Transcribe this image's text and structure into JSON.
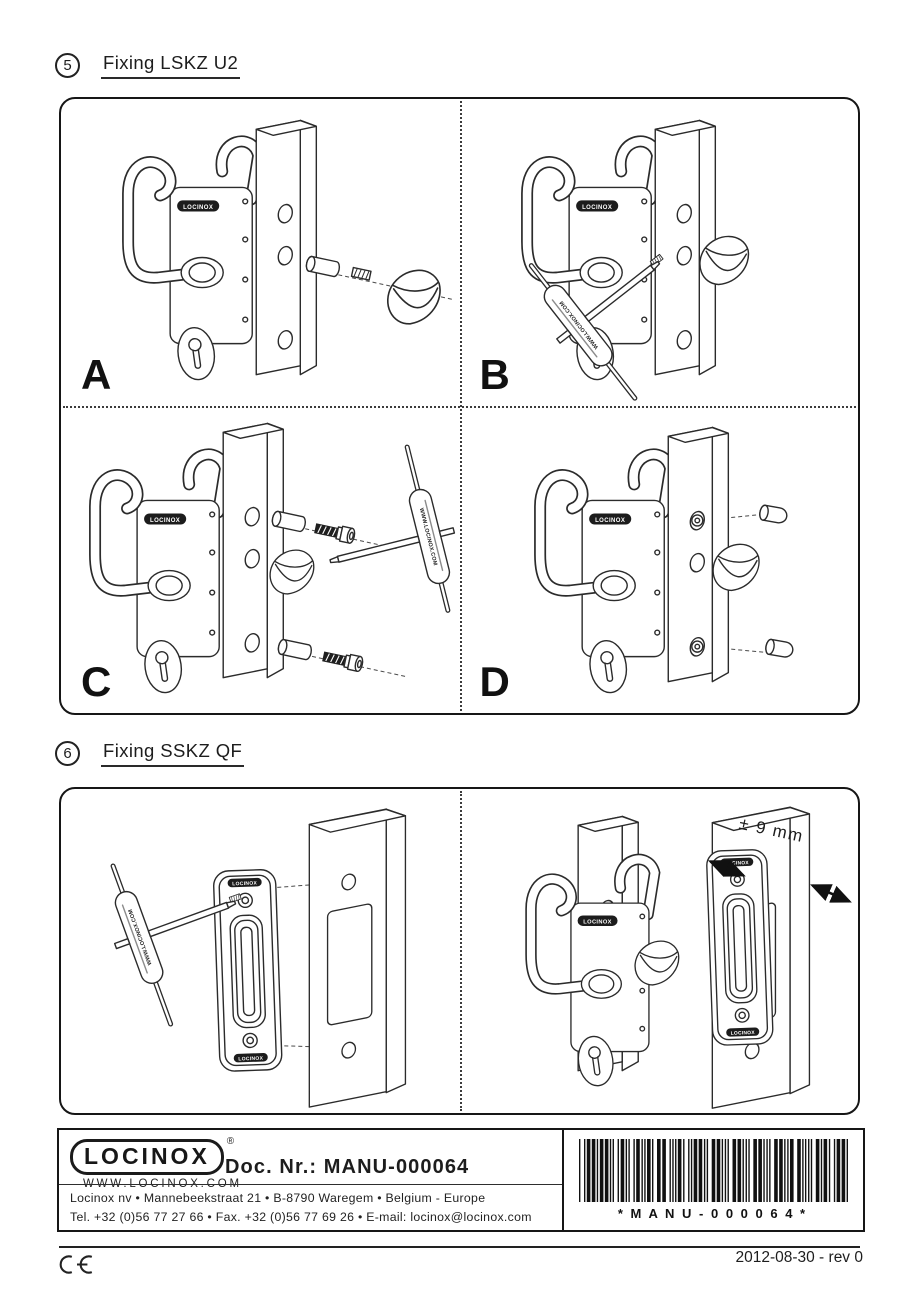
{
  "sections": {
    "s5": {
      "number": "5",
      "title": "Fixing LSKZ U2",
      "panels": [
        {
          "label": "A"
        },
        {
          "label": "B"
        },
        {
          "label": "C"
        },
        {
          "label": "D"
        }
      ]
    },
    "s6": {
      "number": "6",
      "title": "Fixing SSKZ QF",
      "annotation": "± 9 mm"
    }
  },
  "illustrations": {
    "brand_label": "LOCINOX",
    "tool_text": "WWW.LOCINOX.COM"
  },
  "footer": {
    "logo_text": "LOCINOX",
    "logo_reg": "®",
    "logo_url": "WWW.LOCINOX.COM",
    "doc_nr": "Doc. Nr.: MANU-000064",
    "address_line1": "Locinox nv • Mannebeekstraat 21 • B-8790 Waregem • Belgium - Europe",
    "address_line2": "Tel. +32 (0)56 77 27 66 • Fax. +32 (0)56 77 69 26 • E-mail: locinox@locinox.com",
    "barcode_value": "MANU-000064",
    "barcode_text": "* M A N U - 0 0 0 0 6 4 *"
  },
  "bottom": {
    "ce_mark": "CE",
    "revision": "2012-08-30 - rev 0"
  },
  "colors": {
    "line": "#2b2b2b",
    "text": "#1d1d1d"
  }
}
